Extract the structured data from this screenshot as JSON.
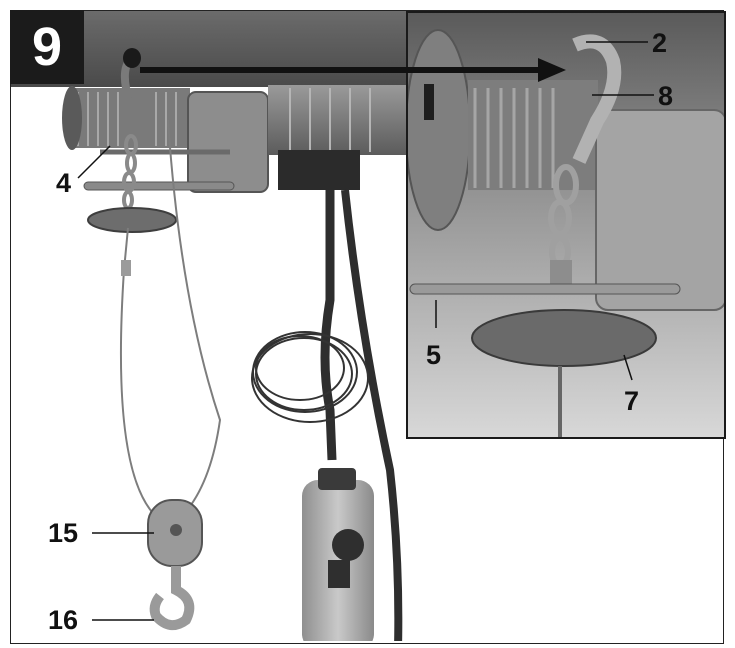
{
  "figure": {
    "number": "9"
  },
  "callouts": {
    "c2": "2",
    "c8": "8",
    "c4": "4",
    "c5": "5",
    "c7": "7",
    "c15": "15",
    "c16": "16"
  },
  "colors": {
    "background": "#ffffff",
    "badge": "#1b1b1b",
    "photo_dark": "#3d3d3d",
    "photo_mid": "#8a8a8a",
    "photo_light": "#c4c4c4"
  }
}
